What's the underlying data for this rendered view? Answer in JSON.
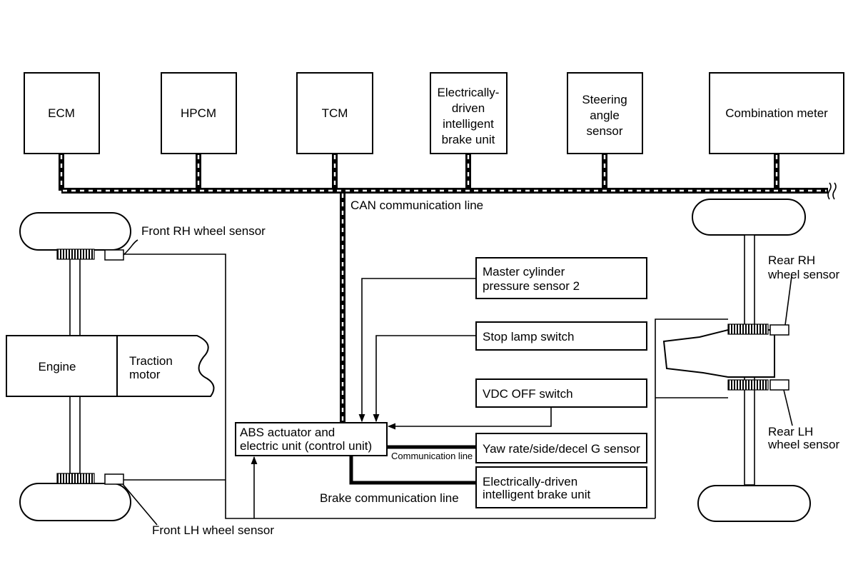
{
  "ecus": {
    "ecm": "ECM",
    "hpcm": "HPCM",
    "tcm": "TCM",
    "brake_unit": [
      "Electrically-",
      "driven",
      "intelligent",
      "brake unit"
    ],
    "steering": [
      "Steering",
      "angle",
      "sensor"
    ],
    "combination_meter": "Combination meter"
  },
  "can_line": "CAN communication line",
  "front_rh_sensor": "Front RH wheel sensor",
  "front_lh_sensor": "Front LH wheel sensor",
  "rear_rh_sensor": [
    "Rear RH",
    "wheel sensor"
  ],
  "rear_lh_sensor": [
    "Rear LH",
    "wheel sensor"
  ],
  "engine": "Engine",
  "traction_motor": [
    "Traction",
    "motor"
  ],
  "master_cylinder": [
    "Master cylinder",
    "pressure sensor 2"
  ],
  "stop_lamp": "Stop lamp switch",
  "vdc_off": "VDC OFF switch",
  "abs_unit": [
    "ABS actuator and",
    "electric unit (control unit)"
  ],
  "communication_line": "Communication line",
  "yaw_rate": "Yaw rate/side/decel G sensor",
  "brake_unit_lower": [
    "Electrically-driven",
    "intelligent brake unit"
  ],
  "brake_comm_line": "Brake communication line"
}
